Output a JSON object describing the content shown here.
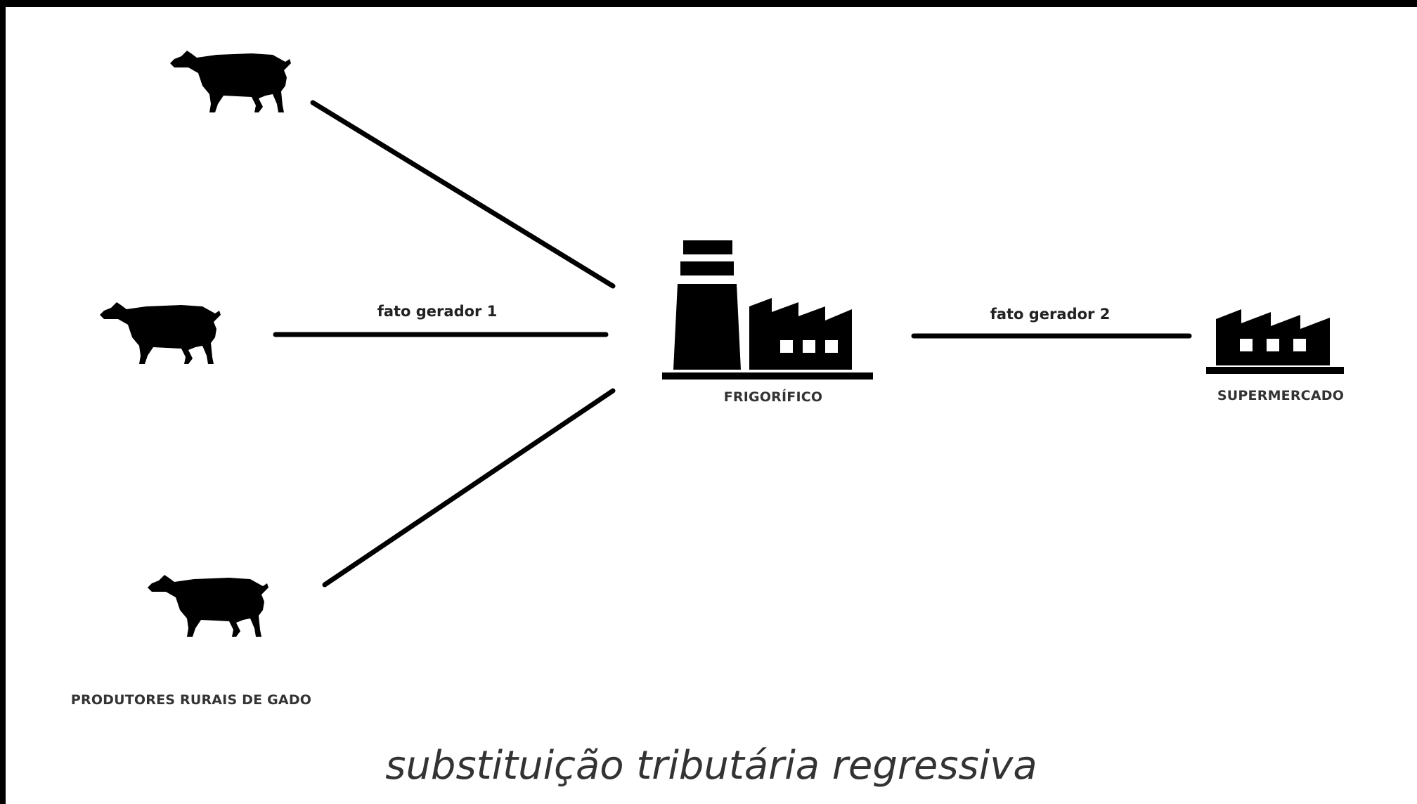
{
  "nodes": {
    "producers": {
      "label": "PRODUTORES RURAIS DE GADO",
      "icon": "cow-icon"
    },
    "slaughterhouse": {
      "label": "FRIGORÍFICO",
      "icon": "factory-with-chimney-icon"
    },
    "supermarket": {
      "label": "SUPERMERCADO",
      "icon": "factory-icon"
    }
  },
  "edges": {
    "fato_gerador_1": "fato gerador 1",
    "fato_gerador_2": "fato gerador 2"
  },
  "caption": "substituição tributária regressiva",
  "colors": {
    "frame": "#000000",
    "background": "#ffffff",
    "ink": "#000000"
  }
}
